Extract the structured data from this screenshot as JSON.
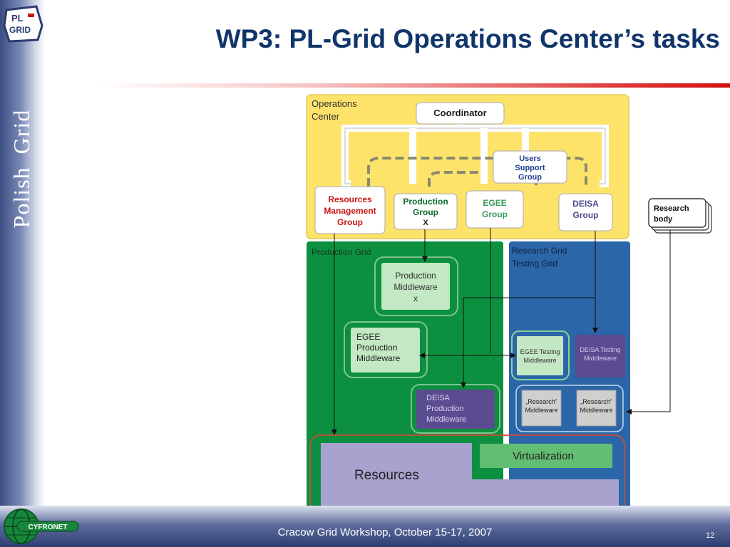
{
  "slide": {
    "title": "WP3:  PL-Grid Operations Center’s tasks",
    "sidebar_text": "Polish  Grid",
    "footer_text": "Cracow Grid Workshop, October 15-17, 2007",
    "page_number": "12",
    "logo_top": {
      "line1": "PL",
      "line2": "GRID"
    },
    "logo_bottom": "CYFRONET"
  },
  "diagram": {
    "ops_center": {
      "line1": "Operations",
      "line2": "Center"
    },
    "coordinator": "Coordinator",
    "users_support": {
      "line1": "Users",
      "line2": "Support",
      "line3": "Group"
    },
    "resources_mgmt": {
      "line1": "Resources",
      "line2": "Management",
      "line3": "Group"
    },
    "production_group": {
      "line1": "Production",
      "line2": "Group",
      "line3": "X"
    },
    "egee_group": {
      "line1": "EGEE",
      "line2": "Group"
    },
    "deisa_group": {
      "line1": "DEISA",
      "line2": "Group"
    },
    "research_body": {
      "line1": "Research",
      "line2": "body"
    },
    "production_grid": "Production Grid",
    "research_grid": {
      "line1": "Research Grid",
      "line2": "Testing Grid"
    },
    "prod_middleware": {
      "line1": "Production",
      "line2": "Middleware",
      "line3": "x"
    },
    "egee_prod": {
      "line1": "EGEE",
      "line2": "Production",
      "line3": "Middleware"
    },
    "deisa_prod": {
      "line1": "DEISA",
      "line2": "Production",
      "line3": "Middleware"
    },
    "egee_testing": {
      "line1": "EGEE Testing",
      "line2": "Middleware"
    },
    "deisa_testing": {
      "line1": "DEISA Testing",
      "line2": "Middleware"
    },
    "research_mw_1": {
      "line1": "„Research”",
      "line2": "Middleware"
    },
    "research_mw_2": {
      "line1": "„Research”",
      "line2": "Middleware"
    },
    "virtualization": "Virtualization",
    "resources": "Resources"
  },
  "colors": {
    "title": "#11356b",
    "ops_center_fill": "#fde36a",
    "production_grid_fill": "#0c9040",
    "research_grid_fill": "#2b66a8",
    "resources_fill": "#a8a2cf",
    "virtualization_fill": "#63bd73",
    "deisa_fill": "#5b4b90"
  }
}
